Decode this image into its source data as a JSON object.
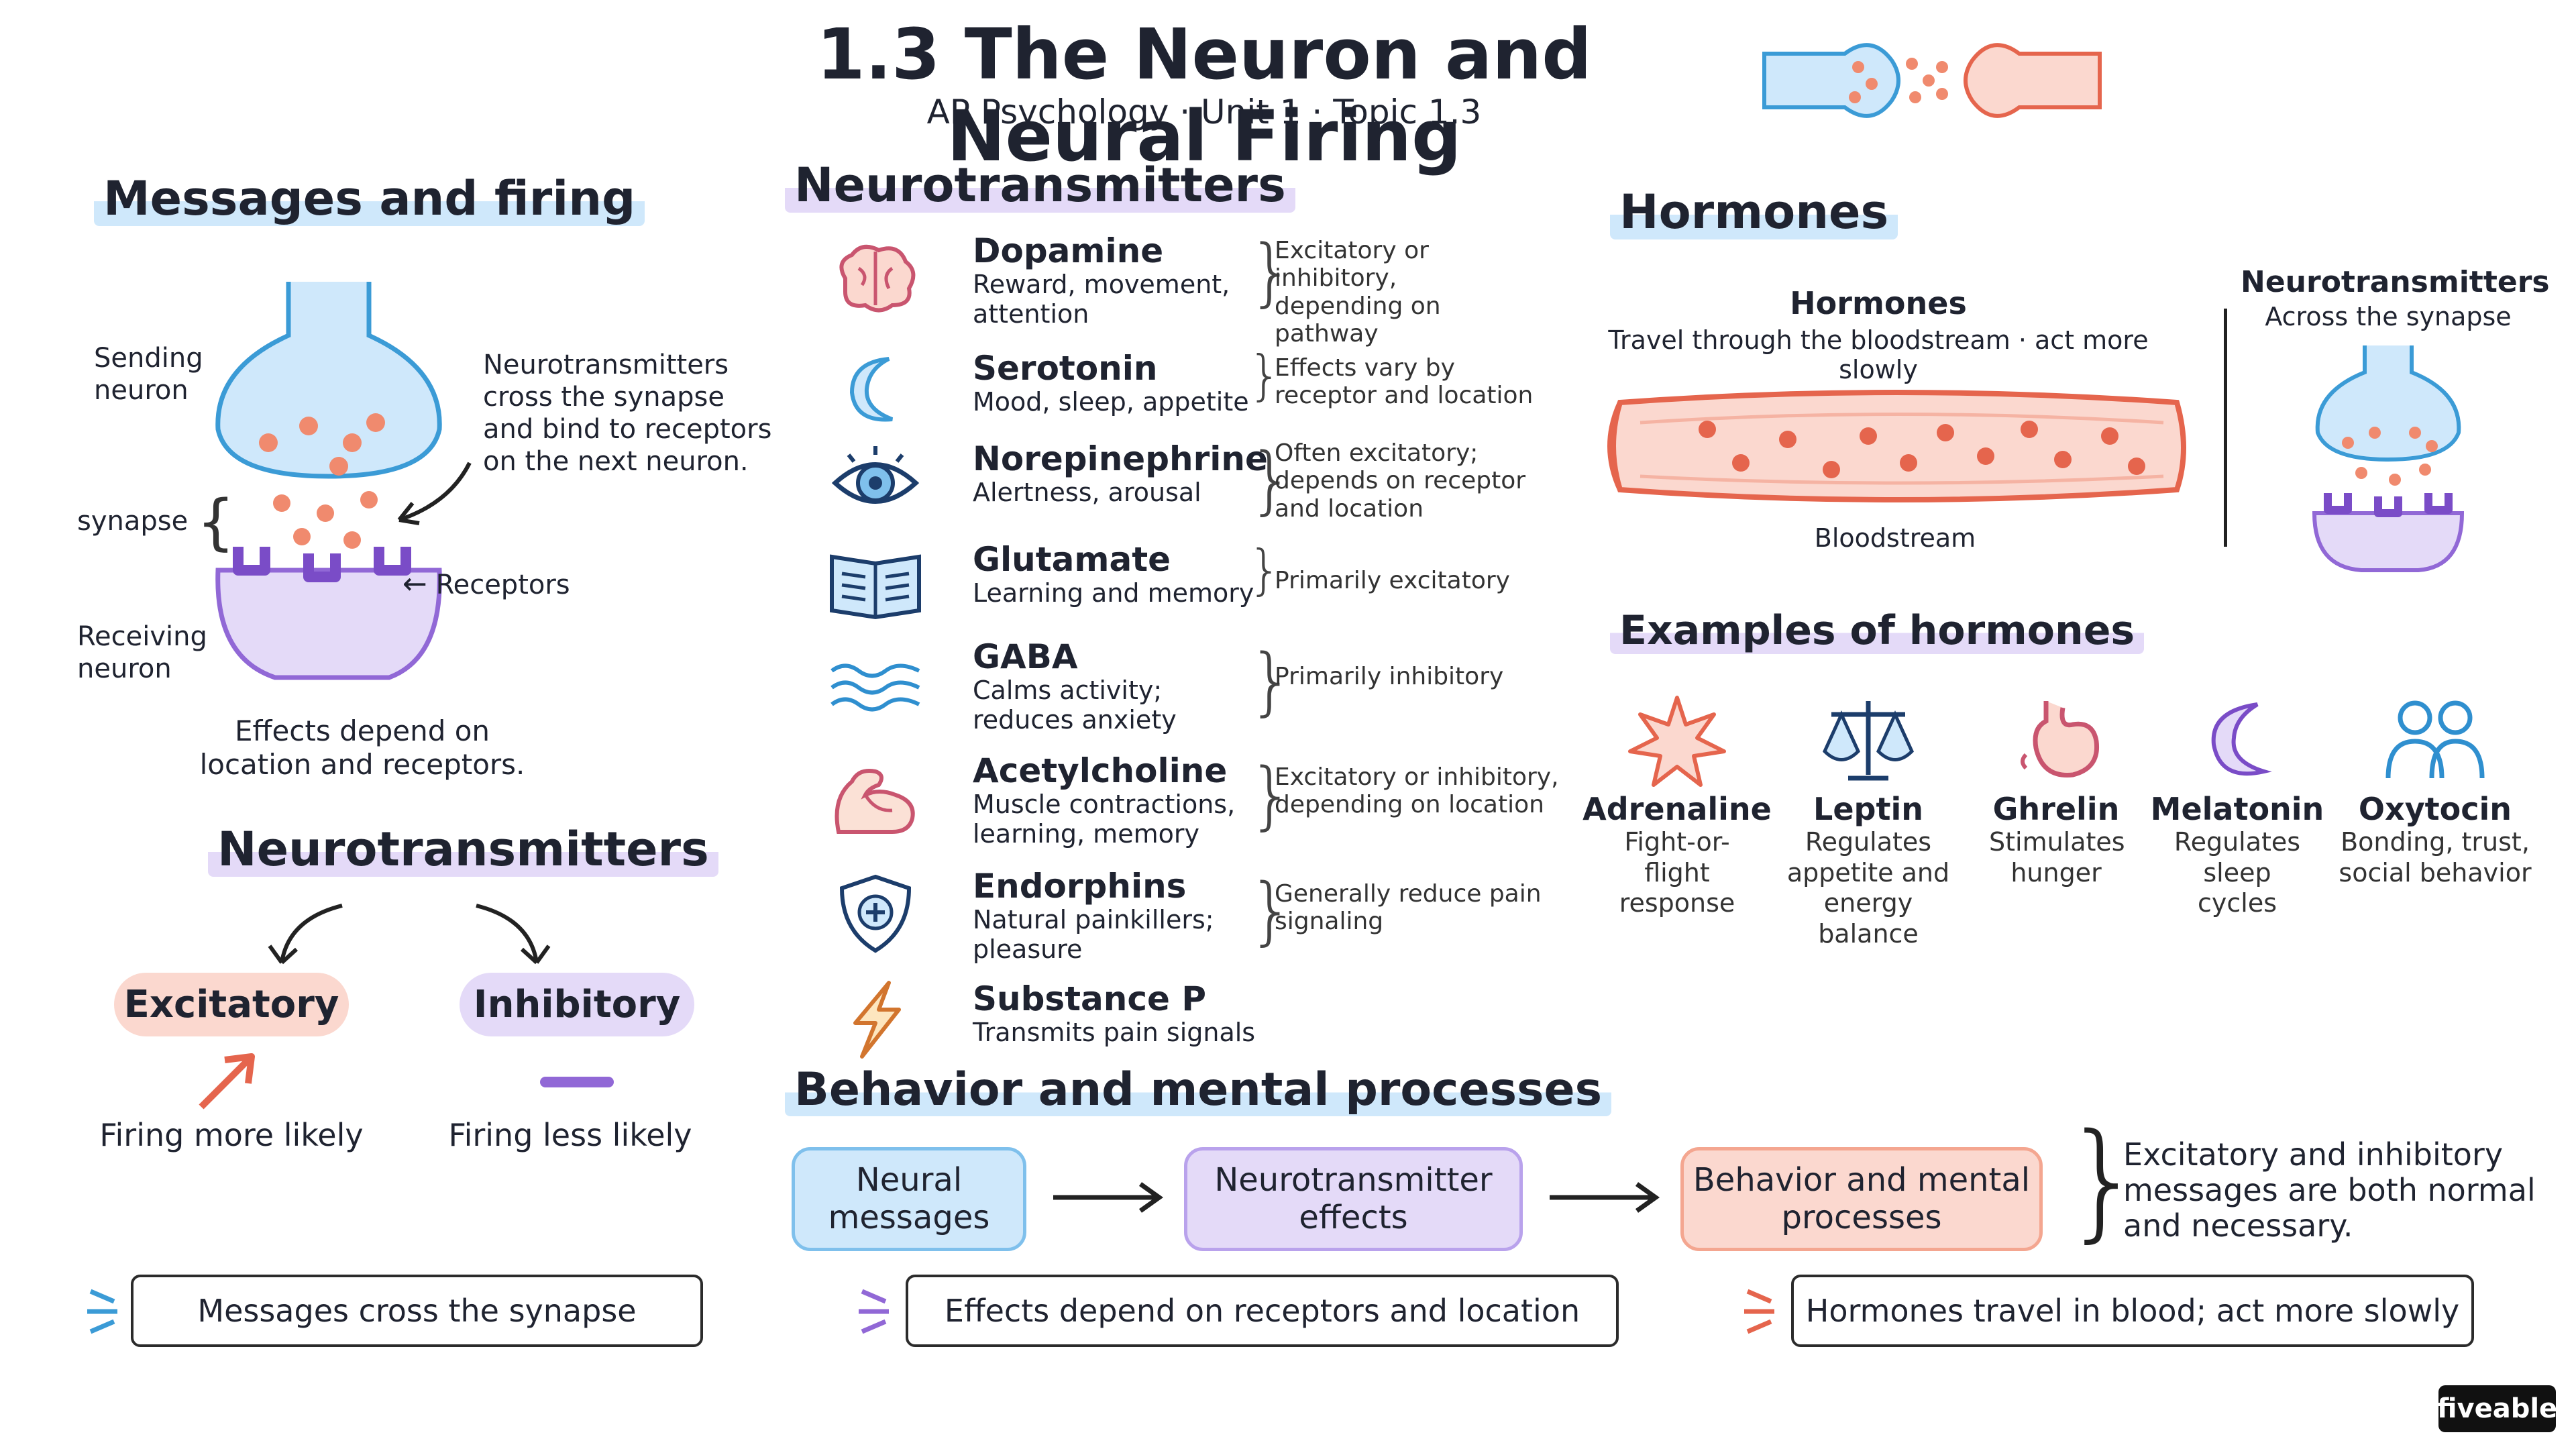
{
  "header": {
    "title": "1.3 The Neuron and Neural Firing",
    "subtitle": "AP Psychology · Unit 1 · Topic 1.3"
  },
  "messages": {
    "heading": "Messages and firing",
    "sending": "Sending neuron",
    "synapse": "synapse",
    "receiving": "Receiving neuron",
    "receptors": "Receptors",
    "note": "Neurotransmitters cross the synapse and bind to receptors on the next neuron.",
    "effects": "Effects depend on location and receptors."
  },
  "nt_types": {
    "heading": "Neurotransmitters",
    "excitatory": "Excitatory",
    "inhibitory": "Inhibitory",
    "excitatory_note": "Firing more likely",
    "inhibitory_note": "Firing less likely"
  },
  "neurotransmitters": {
    "heading": "Neurotransmitters",
    "items": [
      {
        "name": "Dopamine",
        "desc": "Reward, movement, attention",
        "effect": "Excitatory or inhibitory, depending on pathway",
        "icon": "brain-icon"
      },
      {
        "name": "Serotonin",
        "desc": "Mood, sleep, appetite",
        "effect": "Effects vary by receptor and location",
        "icon": "moon-icon"
      },
      {
        "name": "Norepinephrine",
        "desc": "Alertness, arousal",
        "effect": "Often excitatory; depends on receptor and location",
        "icon": "eye-icon"
      },
      {
        "name": "Glutamate",
        "desc": "Learning and memory",
        "effect": "Primarily excitatory",
        "icon": "book-icon"
      },
      {
        "name": "GABA",
        "desc": "Calms activity; reduces anxiety",
        "effect": "Primarily inhibitory",
        "icon": "waves-icon"
      },
      {
        "name": "Acetylcholine",
        "desc": "Muscle contractions, learning, memory",
        "effect": "Excitatory or inhibitory, depending on location",
        "icon": "muscle-icon"
      },
      {
        "name": "Endorphins",
        "desc": "Natural painkillers; pleasure",
        "effect": "Generally reduce pain signaling",
        "icon": "shield-icon"
      },
      {
        "name": "Substance P",
        "desc": "Transmits pain signals",
        "effect": "",
        "icon": "lightning-icon"
      }
    ]
  },
  "hormones": {
    "heading": "Hormones",
    "compare_title": "Hormones",
    "compare_desc": "Travel through the bloodstream · act more slowly",
    "bloodstream": "Bloodstream",
    "nt_title": "Neurotransmitters",
    "nt_desc": "Across the synapse",
    "examples_heading": "Examples of hormones",
    "examples": [
      {
        "name": "Adrenaline",
        "desc": "Fight-or-flight response",
        "icon": "starburst-icon"
      },
      {
        "name": "Leptin",
        "desc": "Regulates appetite and energy balance",
        "icon": "scale-icon"
      },
      {
        "name": "Ghrelin",
        "desc": "Stimulates hunger",
        "icon": "stomach-icon"
      },
      {
        "name": "Melatonin",
        "desc": "Regulates sleep cycles",
        "icon": "moon-icon"
      },
      {
        "name": "Oxytocin",
        "desc": "Bonding, trust, social behavior",
        "icon": "people-icon"
      }
    ]
  },
  "behavior": {
    "heading": "Behavior and mental processes",
    "step1": "Neural messages",
    "step2": "Neurotransmitter effects",
    "step3": "Behavior and mental processes",
    "note": "Excitatory and inhibitory messages are both normal and necessary."
  },
  "tips": [
    "Messages cross the synapse",
    "Effects depend on receptors and location",
    "Hormones travel in blood; act more slowly"
  ],
  "brand": "fiveable",
  "colors": {
    "blue": "#cfe8fb",
    "purple": "#e4daf8",
    "salmon": "#fbd8cf",
    "accent_red": "#e5654d"
  }
}
